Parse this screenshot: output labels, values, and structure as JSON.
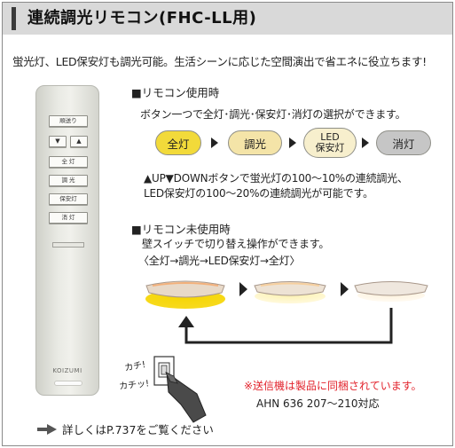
{
  "title": "連続調光リモコン(FHC-LL用)",
  "intro": "蛍光灯、LED保安灯も調光可能。生活シーンに応じた空間演出で省エネに役立ちます!",
  "remote": {
    "buttons": [
      "順送り",
      "▼",
      "▲",
      "全 灯",
      "調 光",
      "保安灯",
      "消 灯"
    ],
    "brand": "KOIZUMI"
  },
  "section_use": {
    "heading": "■リモコン使用時",
    "desc": "ボタン一つで全灯･調光･保安灯･消灯の選択ができます。",
    "modes": [
      "全灯",
      "調光",
      "LED",
      "保安灯",
      "消灯"
    ],
    "note_line1": "▲UP▼DOWNボタンで蛍光灯の100〜10%の連続調光、",
    "note_line2": "LED保安灯の100〜20%の連続調光が可能です。"
  },
  "section_unused": {
    "heading": "■リモコン未使用時",
    "desc": "壁スイッチで切り替え操作ができます。",
    "sequence": "〈全灯→調光→LED保安灯→全灯〉"
  },
  "switch_sound": [
    "カチ!",
    "カチッ!"
  ],
  "included_note": "※送信機は製品に同梱されています。",
  "model": "AHN 636 207〜210対応",
  "detail": "詳しくはP.737をご覧ください",
  "colors": {
    "full": "#f2da3a",
    "dim": "#f4e4a8",
    "led": "#f7efcd",
    "off": "#c6c6c6",
    "red_note": "#e2232c"
  }
}
